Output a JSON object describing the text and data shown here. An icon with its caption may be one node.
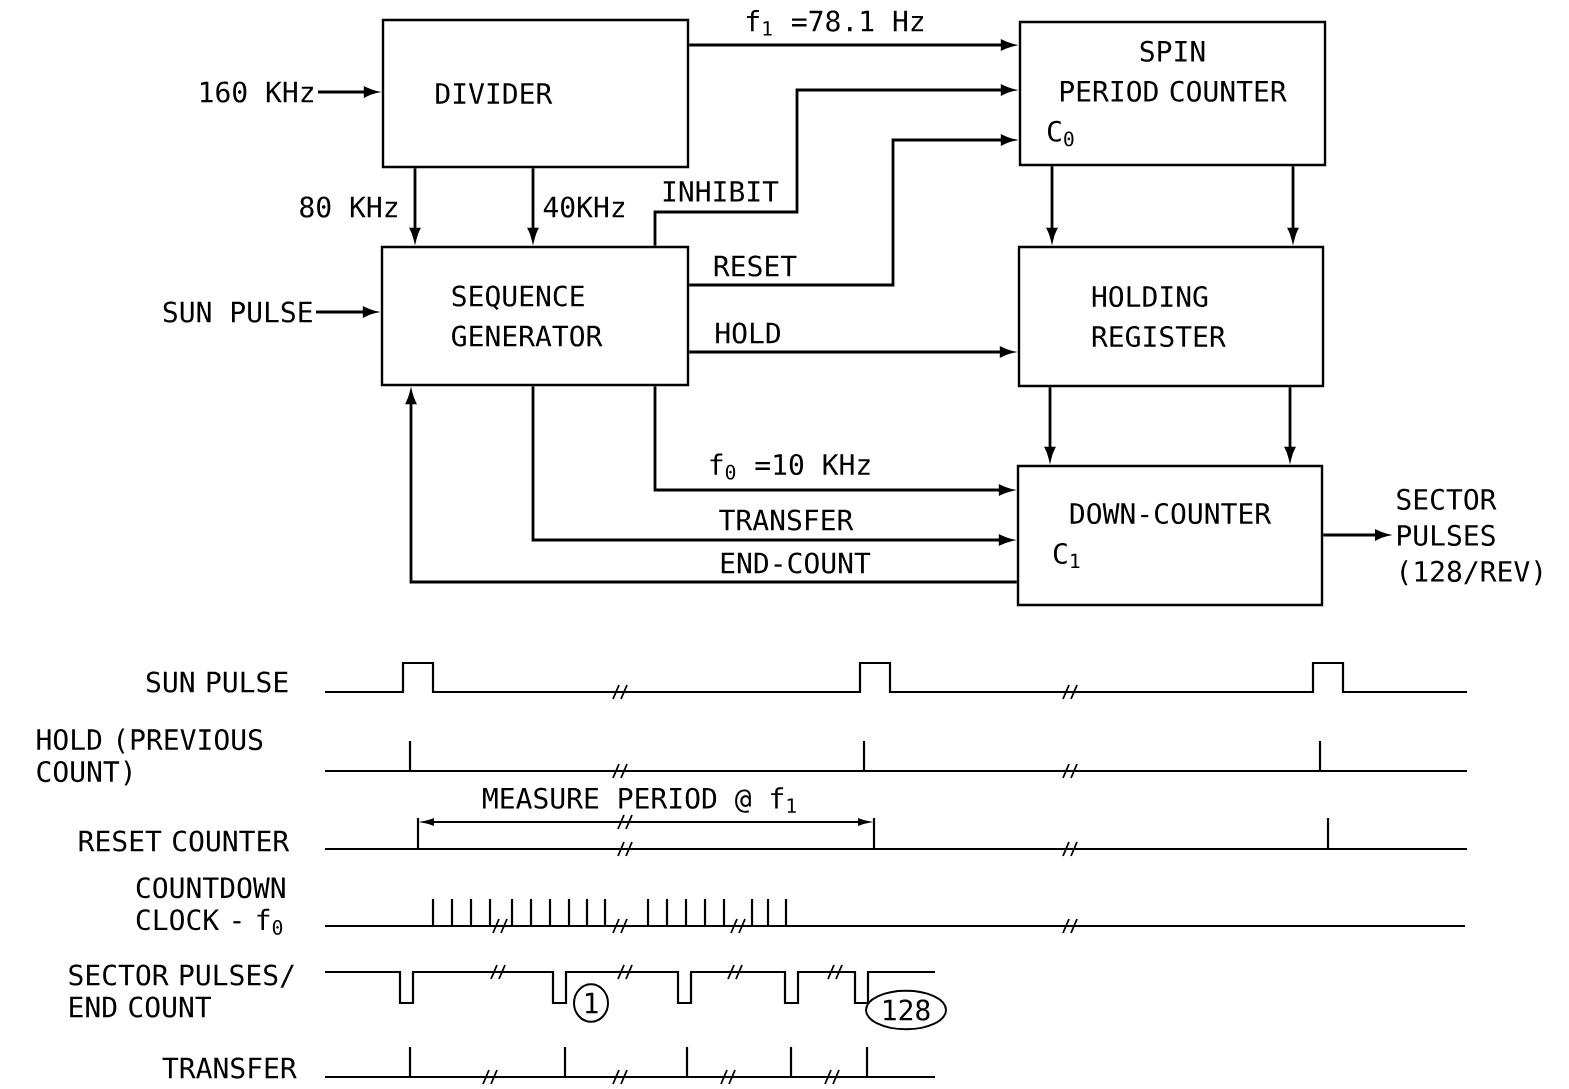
{
  "diagram": {
    "nodes": [
      {
        "text": [
          "DIVIDER"
        ]
      },
      {
        "text": [
          "SPIN PERIOD COUNTER",
          "C$_{0}$"
        ]
      },
      {
        "text": [
          "SEQUENCE GENERATOR"
        ]
      },
      {
        "text": [
          "HOLDING REGISTER"
        ]
      },
      {
        "text": [
          "DOWN-COUNTER",
          "C$_{1}$"
        ]
      },
      {
        "text": [
          "160 KHz"
        ]
      },
      {
        "text": [
          "SUN PULSE"
        ]
      },
      {
        "text": [
          "SECTOR PULSES (128/REV)"
        ]
      }
    ],
    "edges": [
      {
        "from": 5,
        "to": 0,
        "arrow": "to"
      },
      {
        "from": 0,
        "to": 1,
        "arrow": "to",
        "label": "f$_{1}$ =78.1 Hz"
      },
      {
        "from": 0,
        "to": 2,
        "arrow": "to",
        "label": "80 KHz"
      },
      {
        "from": 0,
        "to": 2,
        "arrow": "to",
        "label": "40KHz"
      },
      {
        "from": 2,
        "to": 1,
        "arrow": "to",
        "label": "INHIBIT"
      },
      {
        "from": 2,
        "to": 1,
        "arrow": "to",
        "label": "RESET"
      },
      {
        "from": 6,
        "to": 2,
        "arrow": "to"
      },
      {
        "from": 2,
        "to": 3,
        "arrow": "to",
        "label": "HOLD"
      },
      {
        "from": 1,
        "to": 3,
        "arrow": "to"
      },
      {
        "from": 1,
        "to": 3,
        "arrow": "to"
      },
      {
        "from": 3,
        "to": 4,
        "arrow": "to"
      },
      {
        "from": 3,
        "to": 4,
        "arrow": "to"
      },
      {
        "from": 2,
        "to": 4,
        "arrow": "to",
        "label": "f$_{0}$ =10 KHz"
      },
      {
        "from": 2,
        "to": 4,
        "arrow": "to",
        "label": "TRANSFER"
      },
      {
        "from": 4,
        "to": 2,
        "arrow": "to",
        "label": "END-COUNT"
      },
      {
        "from": 4,
        "to": 7,
        "arrow": "to"
      }
    ],
    "labels": [
      "SUN PULSE",
      "HOLD (PREVIOUS COUNT)",
      "MEASURE PERIOD @ f$_{1}$",
      "RESET COUNTER",
      "COUNTDOWN CLOCK - f$_{0}$",
      "SECTOR PULSES/ END COUNT",
      "1",
      "128",
      "TRANSFER"
    ]
  }
}
